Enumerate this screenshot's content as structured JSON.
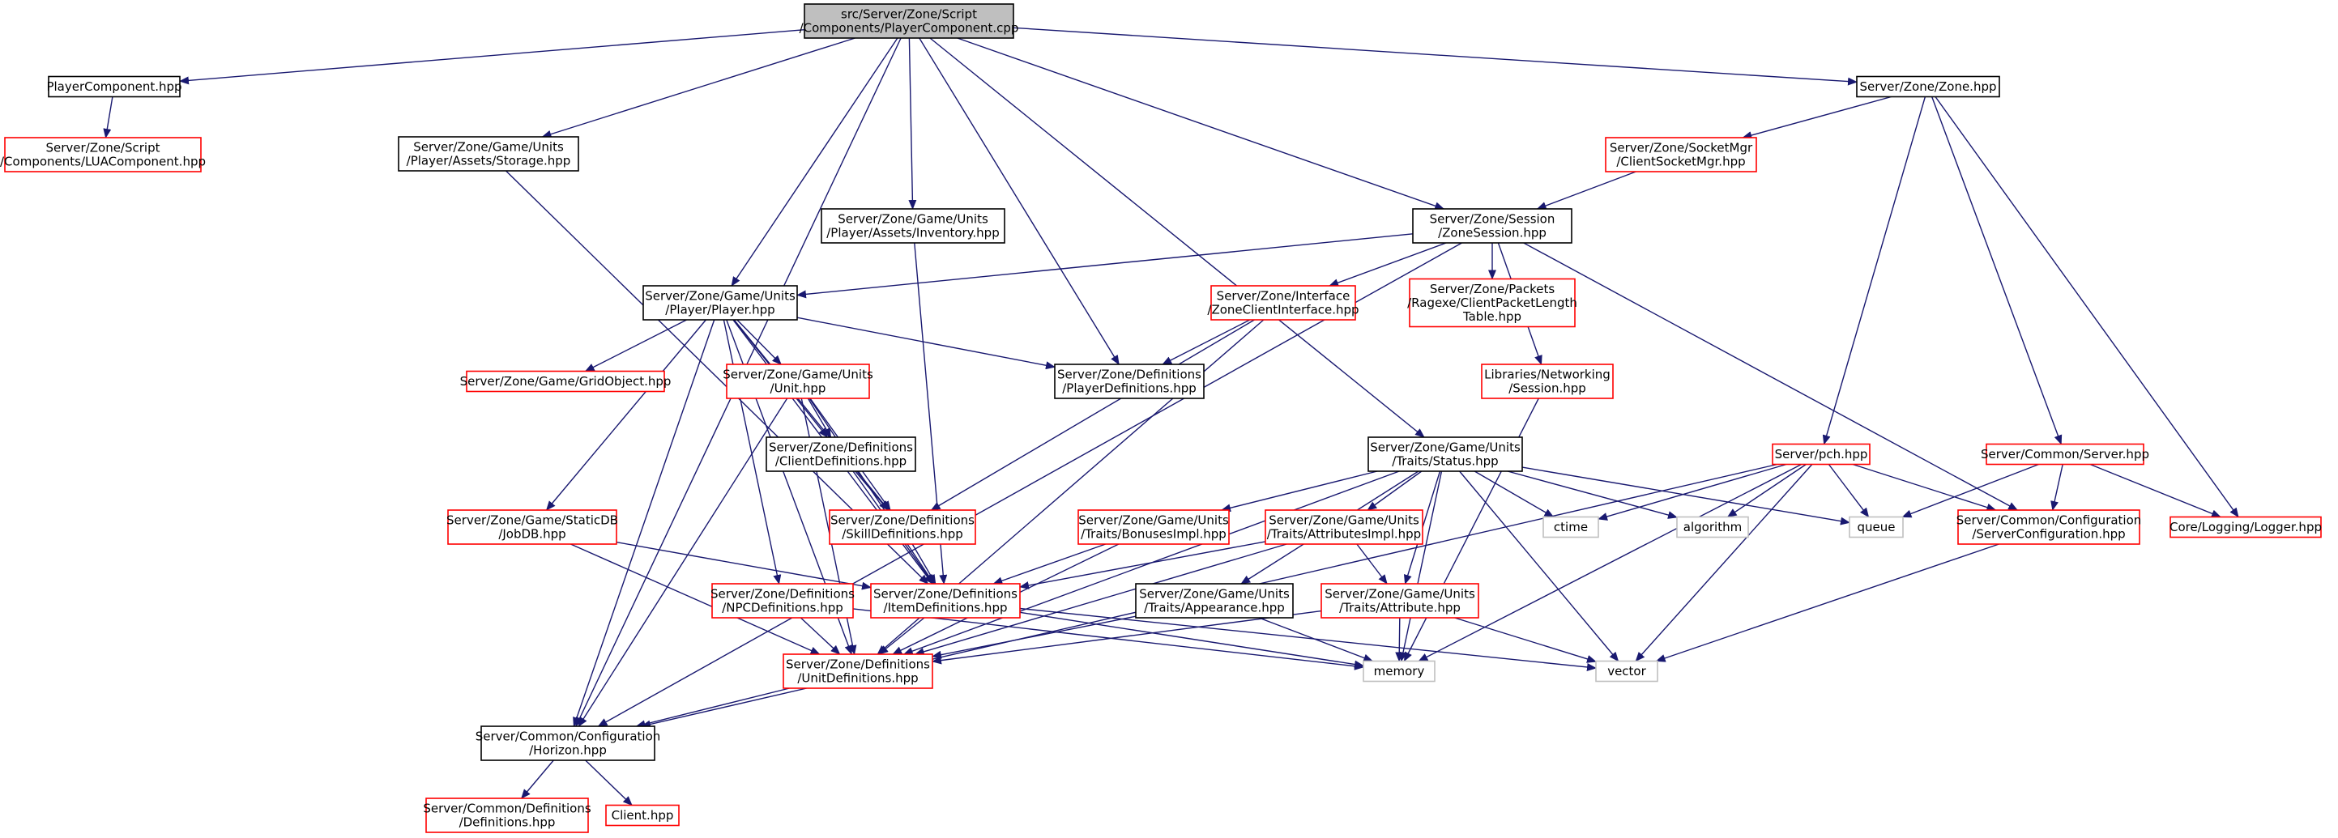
{
  "colors": {
    "root_fill": "#bfbfbf",
    "documented_border": "#000000",
    "undocumented_border": "#ff0000",
    "system_border": "#bfbfbf",
    "edge": "#191970"
  },
  "nodes": [
    {
      "id": "root",
      "lines": [
        "src/Server/Zone/Script",
        "/Components/PlayerComponent.cpp"
      ],
      "kind": "root"
    },
    {
      "id": "playercomponent-hpp",
      "lines": [
        "PlayerComponent.hpp"
      ],
      "kind": "documented"
    },
    {
      "id": "luacomponent-hpp",
      "lines": [
        "Server/Zone/Script",
        "/Components/LUAComponent.hpp"
      ],
      "kind": "undocumented"
    },
    {
      "id": "storage-hpp",
      "lines": [
        "Server/Zone/Game/Units",
        "/Player/Assets/Storage.hpp"
      ],
      "kind": "documented"
    },
    {
      "id": "inventory-hpp",
      "lines": [
        "Server/Zone/Game/Units",
        "/Player/Assets/Inventory.hpp"
      ],
      "kind": "documented"
    },
    {
      "id": "zone-hpp",
      "lines": [
        "Server/Zone/Zone.hpp"
      ],
      "kind": "documented"
    },
    {
      "id": "clientsocketmgr-hpp",
      "lines": [
        "Server/Zone/SocketMgr",
        "/ClientSocketMgr.hpp"
      ],
      "kind": "undocumented"
    },
    {
      "id": "zonesession-hpp",
      "lines": [
        "Server/Zone/Session",
        "/ZoneSession.hpp"
      ],
      "kind": "documented"
    },
    {
      "id": "player-hpp",
      "lines": [
        "Server/Zone/Game/Units",
        "/Player/Player.hpp"
      ],
      "kind": "documented"
    },
    {
      "id": "zoneclientinterface-hpp",
      "lines": [
        "Server/Zone/Interface",
        "/ZoneClientInterface.hpp"
      ],
      "kind": "undocumented"
    },
    {
      "id": "clientpacketlengthtable-hpp",
      "lines": [
        "Server/Zone/Packets",
        "/Ragexe/ClientPacketLength",
        "Table.hpp"
      ],
      "kind": "undocumented"
    },
    {
      "id": "gridobject-hpp",
      "lines": [
        "Server/Zone/Game/GridObject.hpp"
      ],
      "kind": "undocumented"
    },
    {
      "id": "unit-hpp",
      "lines": [
        "Server/Zone/Game/Units",
        "/Unit.hpp"
      ],
      "kind": "undocumented"
    },
    {
      "id": "playerdefinitions-hpp",
      "lines": [
        "Server/Zone/Definitions",
        "/PlayerDefinitions.hpp"
      ],
      "kind": "documented"
    },
    {
      "id": "networking-session-hpp",
      "lines": [
        "Libraries/Networking",
        "/Session.hpp"
      ],
      "kind": "undocumented"
    },
    {
      "id": "clientdefinitions-hpp",
      "lines": [
        "Server/Zone/Definitions",
        "/ClientDefinitions.hpp"
      ],
      "kind": "documented"
    },
    {
      "id": "status-hpp",
      "lines": [
        "Server/Zone/Game/Units",
        "/Traits/Status.hpp"
      ],
      "kind": "documented"
    },
    {
      "id": "pch-hpp",
      "lines": [
        "Server/pch.hpp"
      ],
      "kind": "undocumented"
    },
    {
      "id": "common-server-hpp",
      "lines": [
        "Server/Common/Server.hpp"
      ],
      "kind": "undocumented"
    },
    {
      "id": "jobdb-hpp",
      "lines": [
        "Server/Zone/Game/StaticDB",
        "/JobDB.hpp"
      ],
      "kind": "undocumented"
    },
    {
      "id": "skilldefinitions-hpp",
      "lines": [
        "Server/Zone/Definitions",
        "/SkillDefinitions.hpp"
      ],
      "kind": "undocumented"
    },
    {
      "id": "bonusesimpl-hpp",
      "lines": [
        "Server/Zone/Game/Units",
        "/Traits/BonusesImpl.hpp"
      ],
      "kind": "undocumented"
    },
    {
      "id": "attributesimpl-hpp",
      "lines": [
        "Server/Zone/Game/Units",
        "/Traits/AttributesImpl.hpp"
      ],
      "kind": "undocumented"
    },
    {
      "id": "ctime",
      "lines": [
        "ctime"
      ],
      "kind": "system"
    },
    {
      "id": "algorithm",
      "lines": [
        "algorithm"
      ],
      "kind": "system"
    },
    {
      "id": "queue",
      "lines": [
        "queue"
      ],
      "kind": "system"
    },
    {
      "id": "serverconfiguration-hpp",
      "lines": [
        "Server/Common/Configuration",
        "/ServerConfiguration.hpp"
      ],
      "kind": "undocumented"
    },
    {
      "id": "logger-hpp",
      "lines": [
        "Core/Logging/Logger.hpp"
      ],
      "kind": "undocumented"
    },
    {
      "id": "npcdefinitions-hpp",
      "lines": [
        "Server/Zone/Definitions",
        "/NPCDefinitions.hpp"
      ],
      "kind": "undocumented"
    },
    {
      "id": "itemdefinitions-hpp",
      "lines": [
        "Server/Zone/Definitions",
        "/ItemDefinitions.hpp"
      ],
      "kind": "undocumented"
    },
    {
      "id": "appearance-hpp",
      "lines": [
        "Server/Zone/Game/Units",
        "/Traits/Appearance.hpp"
      ],
      "kind": "documented"
    },
    {
      "id": "attribute-hpp",
      "lines": [
        "Server/Zone/Game/Units",
        "/Traits/Attribute.hpp"
      ],
      "kind": "undocumented"
    },
    {
      "id": "memory",
      "lines": [
        "memory"
      ],
      "kind": "system"
    },
    {
      "id": "vector",
      "lines": [
        "vector"
      ],
      "kind": "system"
    },
    {
      "id": "unitdefinitions-hpp",
      "lines": [
        "Server/Zone/Definitions",
        "/UnitDefinitions.hpp"
      ],
      "kind": "undocumented"
    },
    {
      "id": "horizon-hpp",
      "lines": [
        "Server/Common/Configuration",
        "/Horizon.hpp"
      ],
      "kind": "documented"
    },
    {
      "id": "definitions-hpp",
      "lines": [
        "Server/Common/Definitions",
        "/Definitions.hpp"
      ],
      "kind": "undocumented"
    },
    {
      "id": "client-hpp",
      "lines": [
        "Client.hpp"
      ],
      "kind": "undocumented"
    }
  ],
  "edges": [
    [
      "root",
      "playercomponent-hpp"
    ],
    [
      "root",
      "storage-hpp"
    ],
    [
      "root",
      "inventory-hpp"
    ],
    [
      "root",
      "player-hpp"
    ],
    [
      "root",
      "playerdefinitions-hpp"
    ],
    [
      "root",
      "status-hpp"
    ],
    [
      "root",
      "zonesession-hpp"
    ],
    [
      "root",
      "zone-hpp"
    ],
    [
      "root",
      "horizon-hpp"
    ],
    [
      "playercomponent-hpp",
      "luacomponent-hpp"
    ],
    [
      "storage-hpp",
      "itemdefinitions-hpp"
    ],
    [
      "inventory-hpp",
      "itemdefinitions-hpp"
    ],
    [
      "zone-hpp",
      "clientsocketmgr-hpp"
    ],
    [
      "zone-hpp",
      "pch-hpp"
    ],
    [
      "zone-hpp",
      "common-server-hpp"
    ],
    [
      "zone-hpp",
      "logger-hpp"
    ],
    [
      "clientsocketmgr-hpp",
      "zonesession-hpp"
    ],
    [
      "zonesession-hpp",
      "player-hpp"
    ],
    [
      "zonesession-hpp",
      "zoneclientinterface-hpp"
    ],
    [
      "zonesession-hpp",
      "clientpacketlengthtable-hpp"
    ],
    [
      "zonesession-hpp",
      "networking-session-hpp"
    ],
    [
      "zonesession-hpp",
      "serverconfiguration-hpp"
    ],
    [
      "zonesession-hpp",
      "horizon-hpp"
    ],
    [
      "player-hpp",
      "gridobject-hpp"
    ],
    [
      "player-hpp",
      "unit-hpp"
    ],
    [
      "player-hpp",
      "playerdefinitions-hpp"
    ],
    [
      "player-hpp",
      "clientdefinitions-hpp"
    ],
    [
      "player-hpp",
      "jobdb-hpp"
    ],
    [
      "player-hpp",
      "skilldefinitions-hpp"
    ],
    [
      "player-hpp",
      "npcdefinitions-hpp"
    ],
    [
      "player-hpp",
      "itemdefinitions-hpp"
    ],
    [
      "player-hpp",
      "unitdefinitions-hpp"
    ],
    [
      "player-hpp",
      "horizon-hpp"
    ],
    [
      "zoneclientinterface-hpp",
      "playerdefinitions-hpp"
    ],
    [
      "zoneclientinterface-hpp",
      "skilldefinitions-hpp"
    ],
    [
      "zoneclientinterface-hpp",
      "unitdefinitions-hpp"
    ],
    [
      "unit-hpp",
      "clientdefinitions-hpp"
    ],
    [
      "unit-hpp",
      "skilldefinitions-hpp"
    ],
    [
      "unit-hpp",
      "itemdefinitions-hpp"
    ],
    [
      "unit-hpp",
      "unitdefinitions-hpp"
    ],
    [
      "unit-hpp",
      "horizon-hpp"
    ],
    [
      "networking-session-hpp",
      "memory"
    ],
    [
      "clientdefinitions-hpp",
      "skilldefinitions-hpp"
    ],
    [
      "clientdefinitions-hpp",
      "itemdefinitions-hpp"
    ],
    [
      "status-hpp",
      "bonusesimpl-hpp"
    ],
    [
      "status-hpp",
      "attributesimpl-hpp"
    ],
    [
      "status-hpp",
      "appearance-hpp"
    ],
    [
      "status-hpp",
      "attribute-hpp"
    ],
    [
      "status-hpp",
      "ctime"
    ],
    [
      "status-hpp",
      "algorithm"
    ],
    [
      "status-hpp",
      "queue"
    ],
    [
      "status-hpp",
      "memory"
    ],
    [
      "status-hpp",
      "vector"
    ],
    [
      "status-hpp",
      "unitdefinitions-hpp"
    ],
    [
      "pch-hpp",
      "ctime"
    ],
    [
      "pch-hpp",
      "algorithm"
    ],
    [
      "pch-hpp",
      "queue"
    ],
    [
      "pch-hpp",
      "serverconfiguration-hpp"
    ],
    [
      "pch-hpp",
      "memory"
    ],
    [
      "pch-hpp",
      "vector"
    ],
    [
      "pch-hpp",
      "horizon-hpp"
    ],
    [
      "common-server-hpp",
      "queue"
    ],
    [
      "common-server-hpp",
      "serverconfiguration-hpp"
    ],
    [
      "common-server-hpp",
      "logger-hpp"
    ],
    [
      "serverconfiguration-hpp",
      "vector"
    ],
    [
      "jobdb-hpp",
      "itemdefinitions-hpp"
    ],
    [
      "jobdb-hpp",
      "unitdefinitions-hpp"
    ],
    [
      "skilldefinitions-hpp",
      "itemdefinitions-hpp"
    ],
    [
      "bonusesimpl-hpp",
      "itemdefinitions-hpp"
    ],
    [
      "bonusesimpl-hpp",
      "unitdefinitions-hpp"
    ],
    [
      "attributesimpl-hpp",
      "itemdefinitions-hpp"
    ],
    [
      "attributesimpl-hpp",
      "attribute-hpp"
    ],
    [
      "attributesimpl-hpp",
      "unitdefinitions-hpp"
    ],
    [
      "npcdefinitions-hpp",
      "memory"
    ],
    [
      "npcdefinitions-hpp",
      "unitdefinitions-hpp"
    ],
    [
      "itemdefinitions-hpp",
      "memory"
    ],
    [
      "itemdefinitions-hpp",
      "vector"
    ],
    [
      "itemdefinitions-hpp",
      "unitdefinitions-hpp"
    ],
    [
      "appearance-hpp",
      "memory"
    ],
    [
      "appearance-hpp",
      "unitdefinitions-hpp"
    ],
    [
      "attribute-hpp",
      "memory"
    ],
    [
      "attribute-hpp",
      "vector"
    ],
    [
      "attribute-hpp",
      "unitdefinitions-hpp"
    ],
    [
      "unitdefinitions-hpp",
      "horizon-hpp"
    ],
    [
      "horizon-hpp",
      "definitions-hpp"
    ],
    [
      "horizon-hpp",
      "client-hpp"
    ]
  ]
}
